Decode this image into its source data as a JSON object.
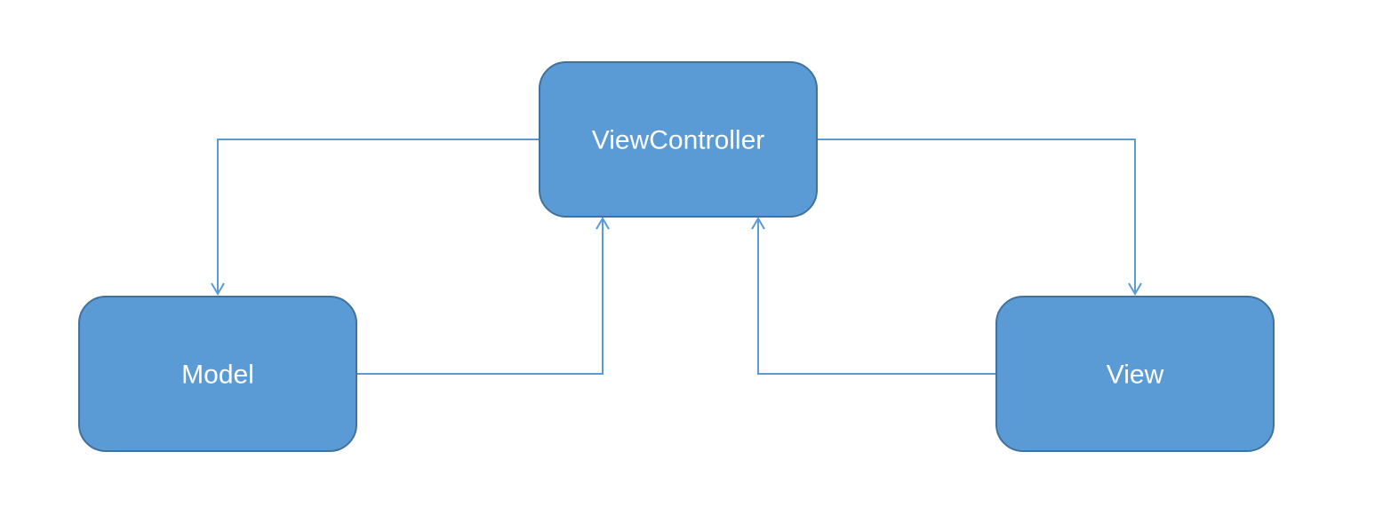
{
  "diagram": {
    "nodes": {
      "viewcontroller": {
        "label": "ViewController"
      },
      "model": {
        "label": "Model"
      },
      "view": {
        "label": "View"
      }
    },
    "edges": [
      {
        "from": "ViewController",
        "to": "Model"
      },
      {
        "from": "ViewController",
        "to": "View"
      },
      {
        "from": "Model",
        "to": "ViewController"
      },
      {
        "from": "View",
        "to": "ViewController"
      }
    ],
    "colors": {
      "node_fill": "#5a9bd5",
      "node_border": "#41719c",
      "connector": "#5a9bd5",
      "label": "#ffffff"
    }
  }
}
